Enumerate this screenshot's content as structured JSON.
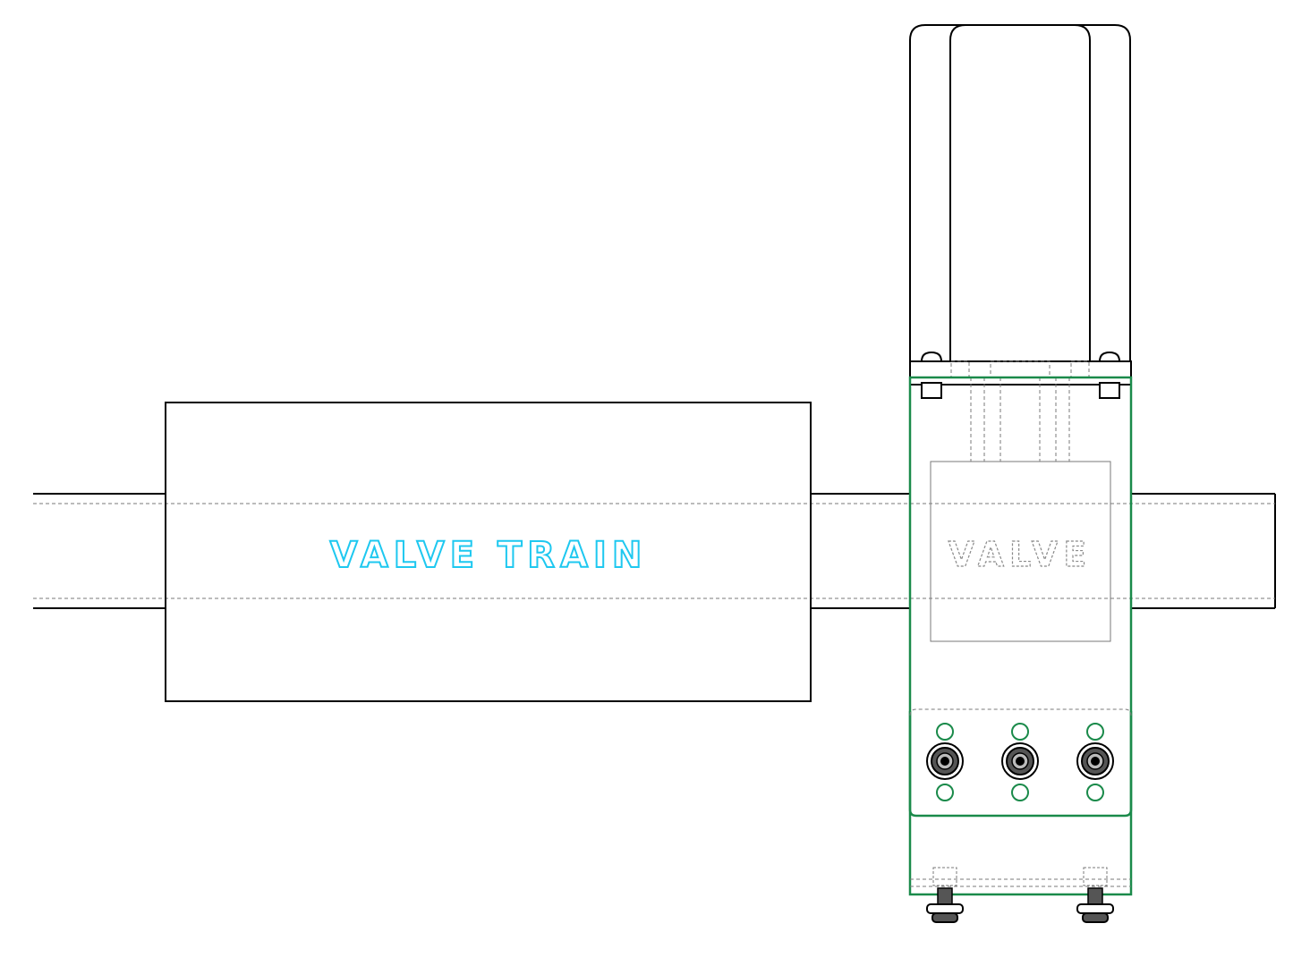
{
  "drawing": {
    "labels": {
      "valve_train": "VALVE TRAIN",
      "valve": "VALVE"
    },
    "colors": {
      "line": "#000000",
      "hidden_line": "#7a7a7a",
      "housing": "#1a8a4a",
      "label_valve_train": "#1ec8f0",
      "label_valve": "#8a8a8a",
      "background": "#ffffff"
    },
    "components": {
      "pipe": "pipe",
      "valve_train_housing": "valve-train-housing",
      "valve_assembly": "valve-assembly",
      "actuator_cover": "actuator-cover",
      "port_fittings_count": 3,
      "mounting_bolts_count": 2
    }
  }
}
